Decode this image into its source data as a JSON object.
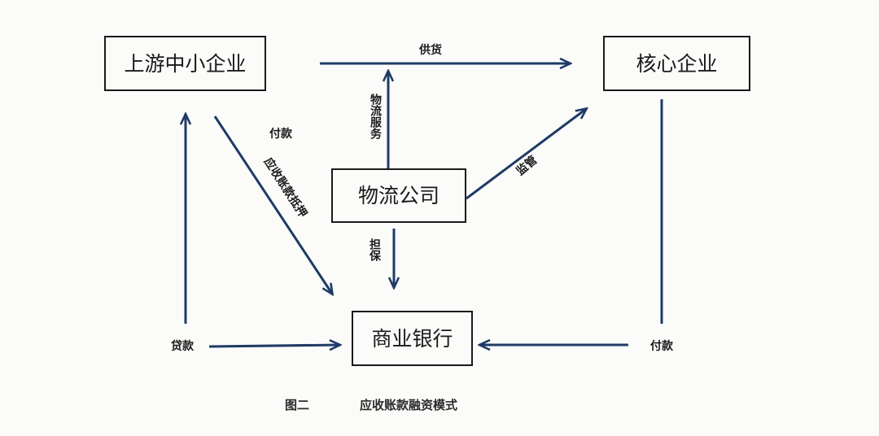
{
  "nodes": {
    "upstream_sme": "上游中小企业",
    "core_enterprise": "核心企业",
    "logistics_company": "物流公司",
    "commercial_bank": "商业银行"
  },
  "edges": {
    "supply": "供货",
    "logistics_service": "物流服务",
    "supervision": "监管",
    "guarantee": "担保",
    "payment_upper": "付款",
    "receivable_pledge": "应收账款抵押",
    "loan": "贷款",
    "payment_right": "付款"
  },
  "caption": {
    "figure_number": "图二",
    "title": "应收账款融资模式"
  },
  "colors": {
    "arrow": "#1f3b66",
    "box_border": "#1a1a1a",
    "background": "#fbfbf9"
  }
}
